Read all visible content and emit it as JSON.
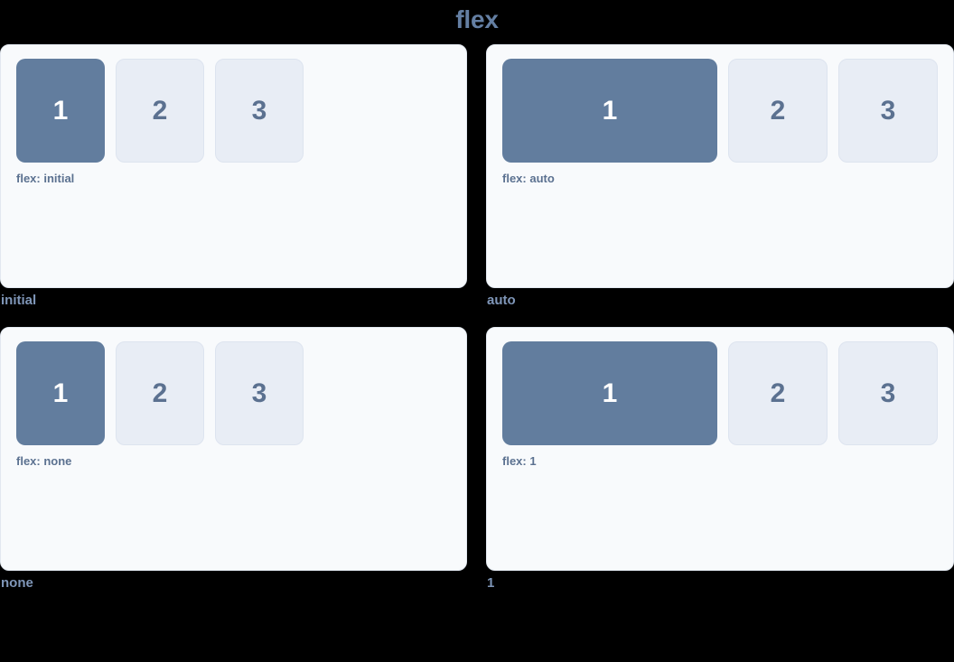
{
  "title": "flex",
  "colors": {
    "background": "#000000",
    "panel_background": "#f8fafc",
    "panel_border": "#e2e8f0",
    "accent_box": "#627d9e",
    "accent_box_text": "#ffffff",
    "plain_box": "#e8edf5",
    "plain_box_text": "#5b7190",
    "caption_text": "#7f96b8",
    "title_text": "#647fa3"
  },
  "demos": [
    {
      "mode": "initial",
      "code_label": "flex: initial",
      "caption": "initial",
      "boxes": [
        {
          "label": "1",
          "style": "primary"
        },
        {
          "label": "2",
          "style": "plain"
        },
        {
          "label": "3",
          "style": "plain"
        }
      ]
    },
    {
      "mode": "auto",
      "code_label": "flex: auto",
      "caption": "auto",
      "boxes": [
        {
          "label": "1",
          "style": "primary"
        },
        {
          "label": "2",
          "style": "plain"
        },
        {
          "label": "3",
          "style": "plain"
        }
      ]
    },
    {
      "mode": "none",
      "code_label": "flex: none",
      "caption": "none",
      "boxes": [
        {
          "label": "1",
          "style": "primary"
        },
        {
          "label": "2",
          "style": "plain"
        },
        {
          "label": "3",
          "style": "plain"
        }
      ]
    },
    {
      "mode": "1",
      "code_label": "flex: 1",
      "caption": "1",
      "boxes": [
        {
          "label": "1",
          "style": "primary"
        },
        {
          "label": "2",
          "style": "plain"
        },
        {
          "label": "3",
          "style": "plain"
        }
      ]
    }
  ]
}
